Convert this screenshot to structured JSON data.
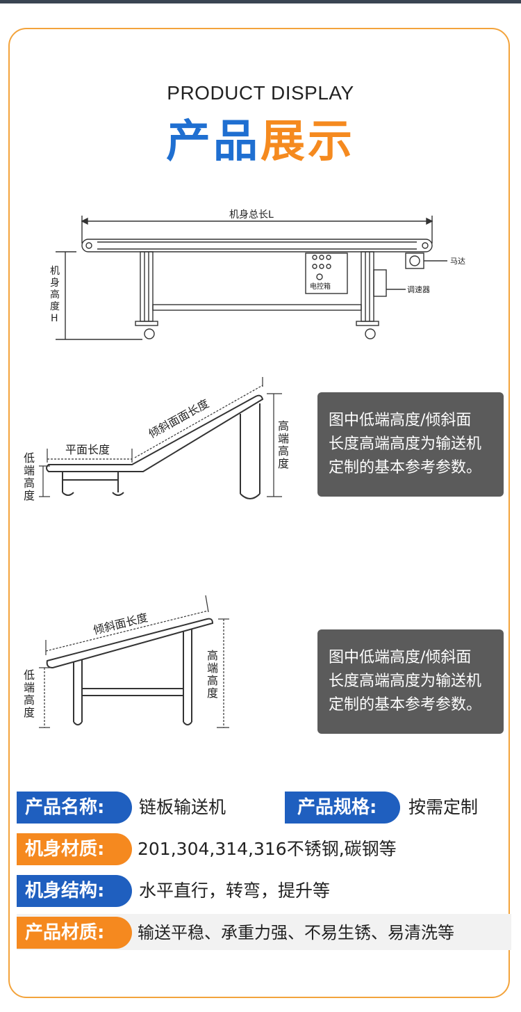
{
  "header": {
    "en_title": "PRODUCT DISPLAY",
    "cn_title_part1": "产品",
    "cn_title_part2": "展示"
  },
  "diagram1": {
    "total_length_label": "机身总长L",
    "height_label": [
      "机",
      "身",
      "高",
      "度",
      "H"
    ],
    "control_box_label": "电控箱",
    "motor_label": "马达",
    "regulator_label": "调速器"
  },
  "diagram2": {
    "slope_label": "倾斜面面长度",
    "flat_label": "平面长度",
    "low_label": [
      "低",
      "端",
      "高",
      "度"
    ],
    "high_label": [
      "高",
      "端",
      "高",
      "度"
    ]
  },
  "diagram3": {
    "slope_label": "倾斜面长度",
    "low_label": [
      "低",
      "端",
      "高",
      "度"
    ],
    "high_label": [
      "高",
      "端",
      "高",
      "度"
    ]
  },
  "note1": {
    "lines": [
      "图中低端高度/倾斜面",
      "长度高端高度为输送机",
      "定制的基本参考参数。"
    ]
  },
  "note2": {
    "lines": [
      "图中低端高度/倾斜面",
      "长度高端高度为输送机",
      "定制的基本参考参数。"
    ]
  },
  "specs": {
    "name_label": "产品名称:",
    "name_value": "链板输送机",
    "spec_label": "产品规格:",
    "spec_value": "按需定制",
    "material_label": "机身材质:",
    "material_value": "201,304,314,316不锈钢,碳钢等",
    "structure_label": "机身结构:",
    "structure_value": "水平直行，转弯，提升等",
    "quality_label": "产品材质:",
    "quality_value": "输送平稳、承重力强、不易生锈、易清洗等"
  },
  "colors": {
    "blue": "#1f6fd1",
    "orange": "#f58a1f",
    "border": "#f3a33b",
    "note_bg": "#5b5b5b"
  }
}
